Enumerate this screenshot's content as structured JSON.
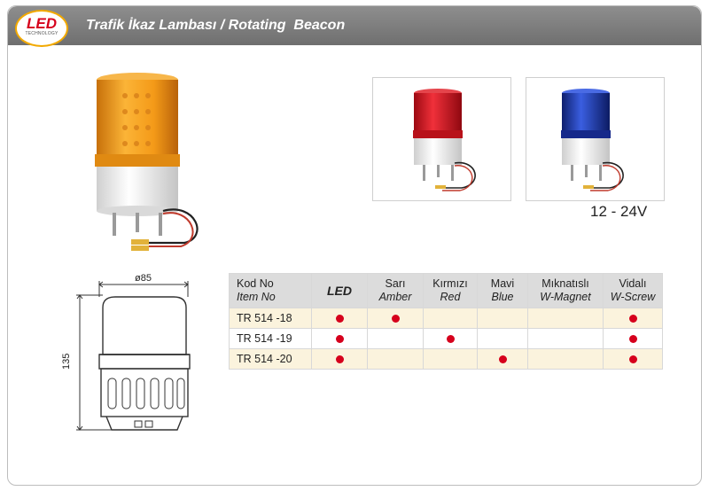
{
  "header": {
    "logo_text": "LED",
    "logo_sub": "TECHNOLOGY",
    "title": "Trafik İkaz Lambası / Rotating  Beacon"
  },
  "images": {
    "main_color": "amber",
    "thumb_colors": [
      "red",
      "blue"
    ]
  },
  "voltage": "12 - 24V",
  "drawing": {
    "diameter_label": "ø85",
    "height_label": "135"
  },
  "table": {
    "headers": [
      {
        "main": "Kod No",
        "sub": "Item No"
      },
      {
        "main": "LED",
        "sub": ""
      },
      {
        "main": "Sarı",
        "sub": "Amber"
      },
      {
        "main": "Kırmızı",
        "sub": "Red"
      },
      {
        "main": "Mavi",
        "sub": "Blue"
      },
      {
        "main": "Mıknatıslı",
        "sub": "W-Magnet"
      },
      {
        "main": "Vidalı",
        "sub": "W-Screw"
      }
    ],
    "rows": [
      {
        "code": "TR 514 -18",
        "marks": [
          true,
          true,
          false,
          false,
          false,
          true
        ]
      },
      {
        "code": "TR 514 -19",
        "marks": [
          true,
          false,
          true,
          false,
          false,
          true
        ]
      },
      {
        "code": "TR 514 -20",
        "marks": [
          true,
          false,
          false,
          true,
          false,
          true
        ]
      }
    ]
  },
  "colors": {
    "header_bg": "#7f7f7f",
    "dot": "#d6001c",
    "amber": "#f5a21a",
    "red": "#d8101e",
    "blue": "#1e3fb0"
  }
}
